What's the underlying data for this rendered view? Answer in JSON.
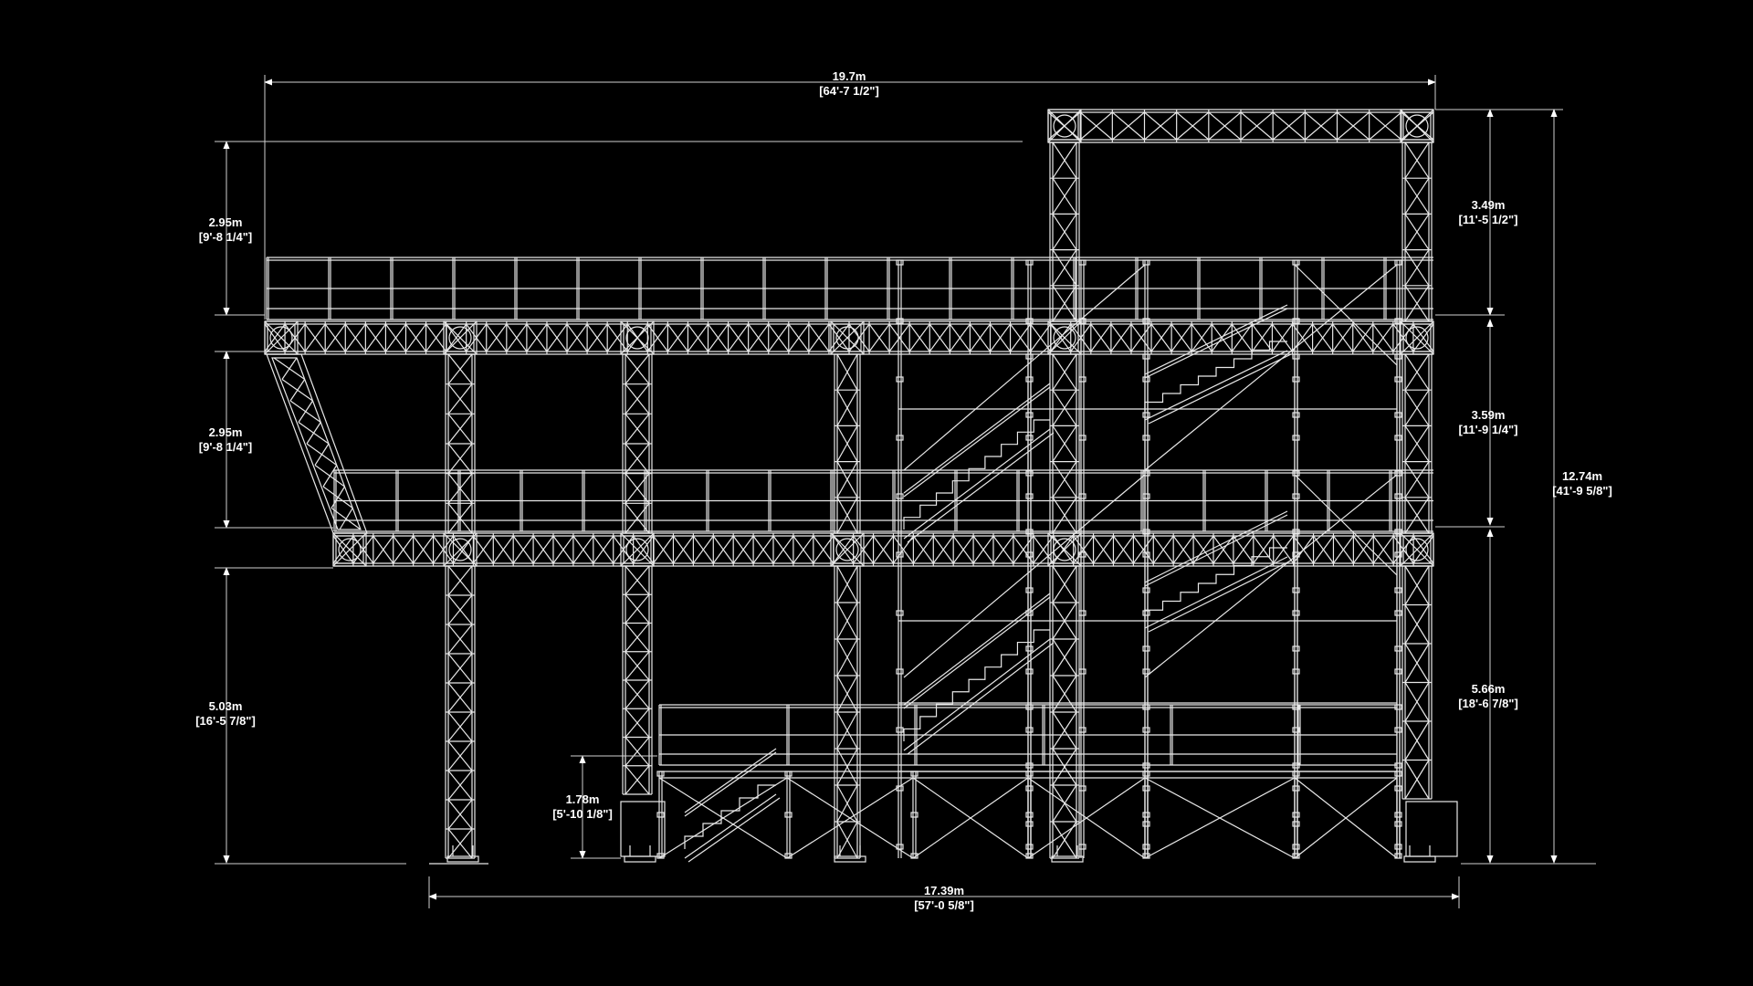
{
  "drawing": {
    "background_color": "#000000",
    "line_color": "#ffffff",
    "dimensions": {
      "overall_width": {
        "metric": "19.7m",
        "imperial": "[64'-7 1/2\"]"
      },
      "base_width": {
        "metric": "17.39m",
        "imperial": "[57'-0 5/8\"]"
      },
      "left_top_height": {
        "metric": "2.95m",
        "imperial": "[9'-8 1/4\"]"
      },
      "left_mid_height": {
        "metric": "2.95m",
        "imperial": "[9'-8 1/4\"]"
      },
      "left_bottom_height": {
        "metric": "5.03m",
        "imperial": "[16'-5 7/8\"]"
      },
      "stage_height": {
        "metric": "1.78m",
        "imperial": "[5'-10 1/8\"]"
      },
      "right_top_height": {
        "metric": "3.49m",
        "imperial": "[11'-5 1/2\"]"
      },
      "right_mid_height": {
        "metric": "3.59m",
        "imperial": "[11'-9 1/4\"]"
      },
      "right_bottom_height": {
        "metric": "5.66m",
        "imperial": "[18'-6 7/8\"]"
      },
      "overall_height": {
        "metric": "12.74m",
        "imperial": "[41'-9 5/8\"]"
      }
    }
  }
}
